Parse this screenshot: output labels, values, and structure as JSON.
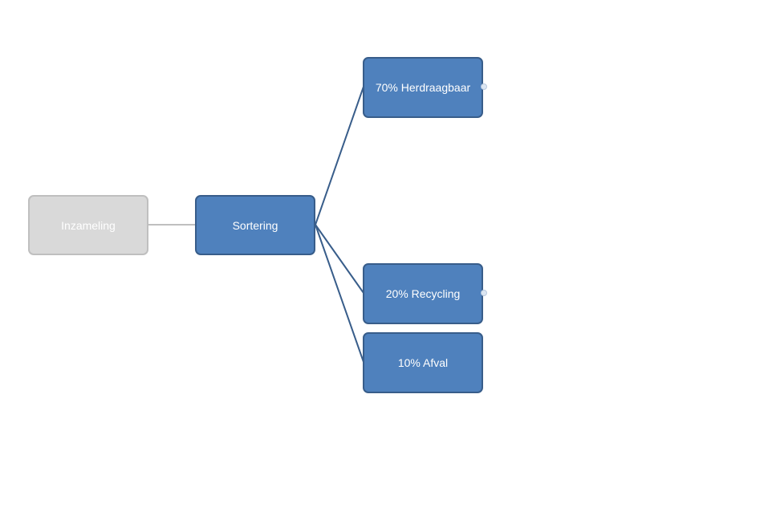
{
  "diagram": {
    "nodes": {
      "inzameling": "Inzameling",
      "sortering": "Sortering",
      "herdraagbaar": "70% Herdraagbaar",
      "recycling": "20% Recycling",
      "afval": "10% Afval"
    },
    "colors": {
      "node_fill": "#4f81bd",
      "node_border": "#385d8a",
      "inactive_fill": "#d9d9d9",
      "inactive_border": "#bfbfbf",
      "connector": "#385d8a",
      "inactive_connector": "#bfbfbf"
    }
  }
}
